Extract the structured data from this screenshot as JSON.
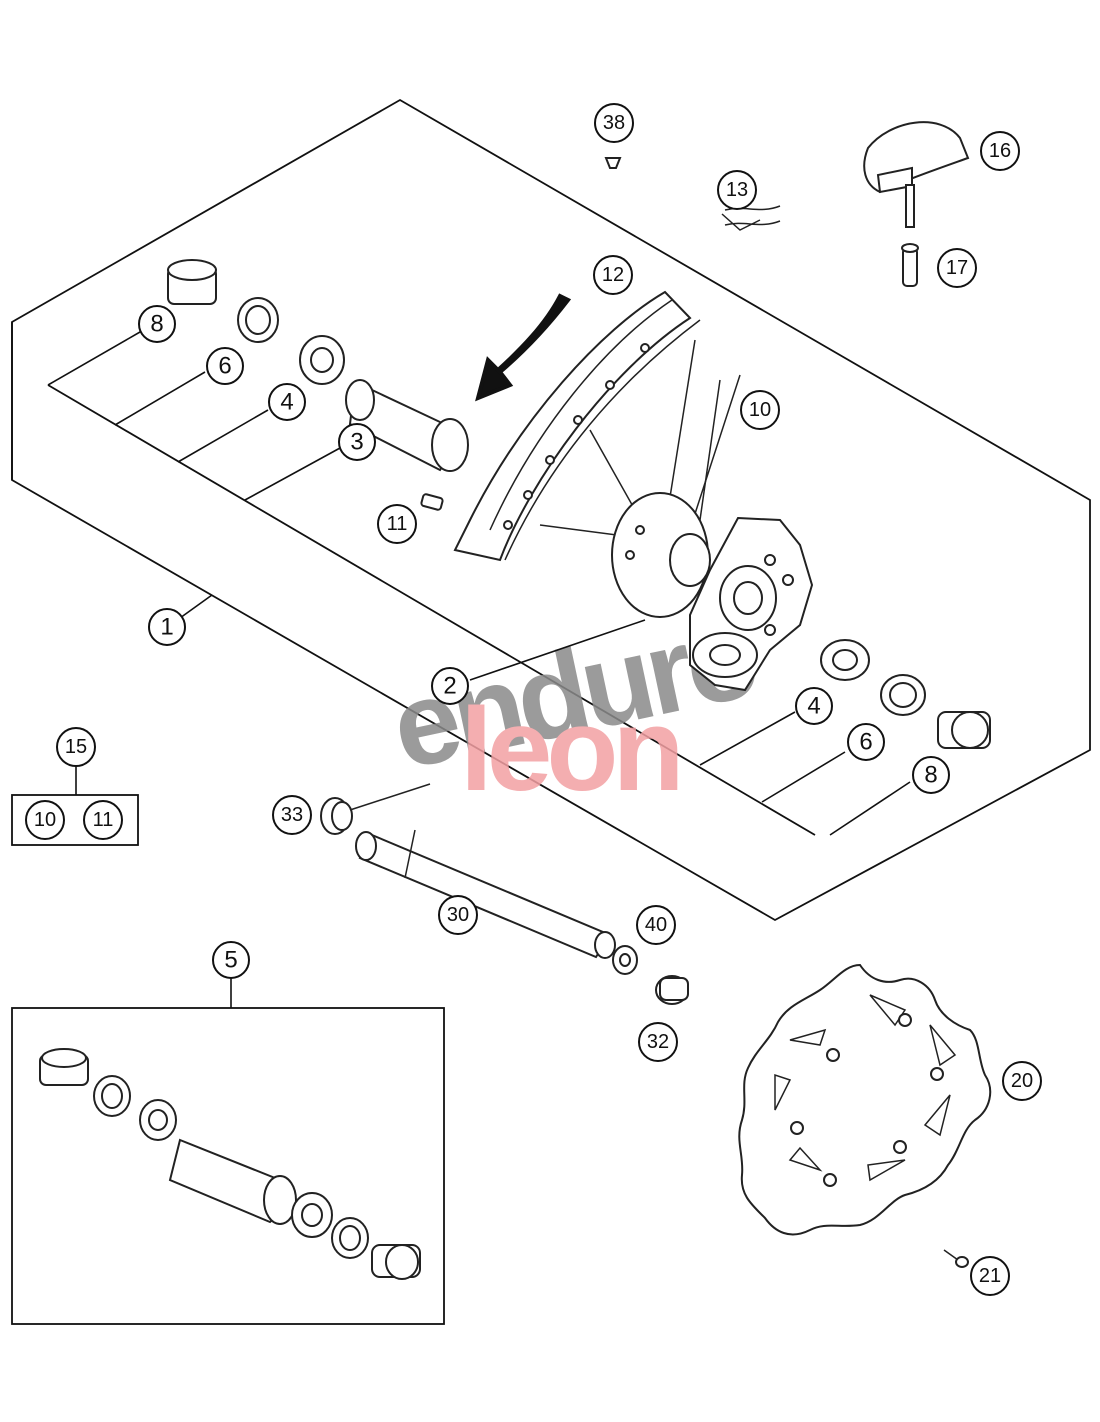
{
  "watermark": {
    "line1": "enduro",
    "line2": "leon",
    "colors": {
      "line1": "#8a8a8a",
      "line2": "#f3a0a3"
    }
  },
  "callouts": {
    "c1": "1",
    "c2": "2",
    "c3": "3",
    "c4a": "4",
    "c4b": "4",
    "c5": "5",
    "c6a": "6",
    "c6b": "6",
    "c8a": "8",
    "c8b": "8",
    "c10": "10",
    "c11": "11",
    "c12": "12",
    "c13": "13",
    "c15": "15",
    "c15_10": "10",
    "c15_11": "11",
    "c16": "16",
    "c17": "17",
    "c20": "20",
    "c21": "21",
    "c30": "30",
    "c32": "32",
    "c33": "33",
    "c38": "38",
    "c40": "40"
  },
  "icons": [
    "direction-arrow-icon"
  ],
  "colors": {
    "line": "#111111",
    "background": "#ffffff"
  }
}
